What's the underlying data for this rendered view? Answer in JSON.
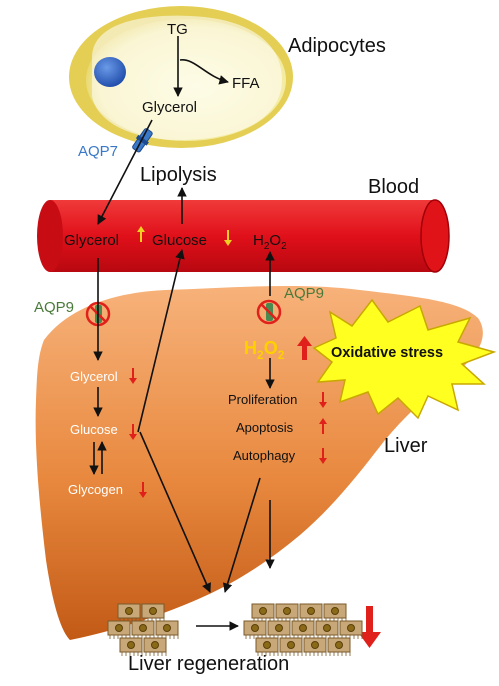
{
  "adipocyte": {
    "label": "Adipocytes",
    "tg": "TG",
    "ffa": "FFA",
    "glycerol": "Glycerol"
  },
  "aqp7": "AQP7",
  "lipolysis": "Lipolysis",
  "blood": {
    "label": "Blood",
    "glycerol": "Glycerol",
    "glucose": "Glucose",
    "h2o2": {
      "base": "H",
      "sub1": "2",
      "mid": "O",
      "sub2": "2"
    }
  },
  "aqp9_left": "AQP9",
  "aqp9_right": "AQP9",
  "liver": {
    "label": "Liver",
    "glycerol": "Glycerol",
    "glucose": "Glucose",
    "glycogen": "Glycogen",
    "h2o2": {
      "base": "H",
      "sub1": "2",
      "mid": "O",
      "sub2": "2"
    },
    "proliferation": "Proliferation",
    "apoptosis": "Apoptosis",
    "autophagy": "Autophagy"
  },
  "oxidative_stress": "Oxidative stress",
  "liver_regeneration": "Liver regeneration",
  "colors": {
    "vessel": "#e8101a",
    "liver_top": "#f5a86a",
    "liver_bottom": "#c8601c",
    "cell_fill": "#f5f0a8",
    "cell_rim": "#e2cc4a",
    "nucleus": "#2c5cbf",
    "aqp7": "#3a78c8",
    "aqp9": "#4a7a3a",
    "arrow_red": "#e0201a",
    "arrow_yellow": "#f0d020",
    "burst": "#ffff20"
  }
}
